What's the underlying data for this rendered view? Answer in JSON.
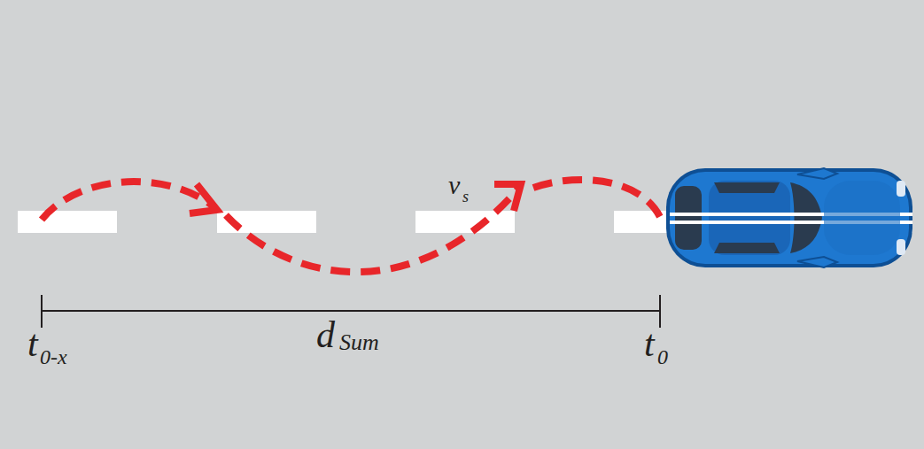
{
  "diagram": {
    "labels": [
      "v",
      "s",
      "d",
      "Sum",
      "t",
      "0-x",
      "t",
      "0"
    ]
  }
}
